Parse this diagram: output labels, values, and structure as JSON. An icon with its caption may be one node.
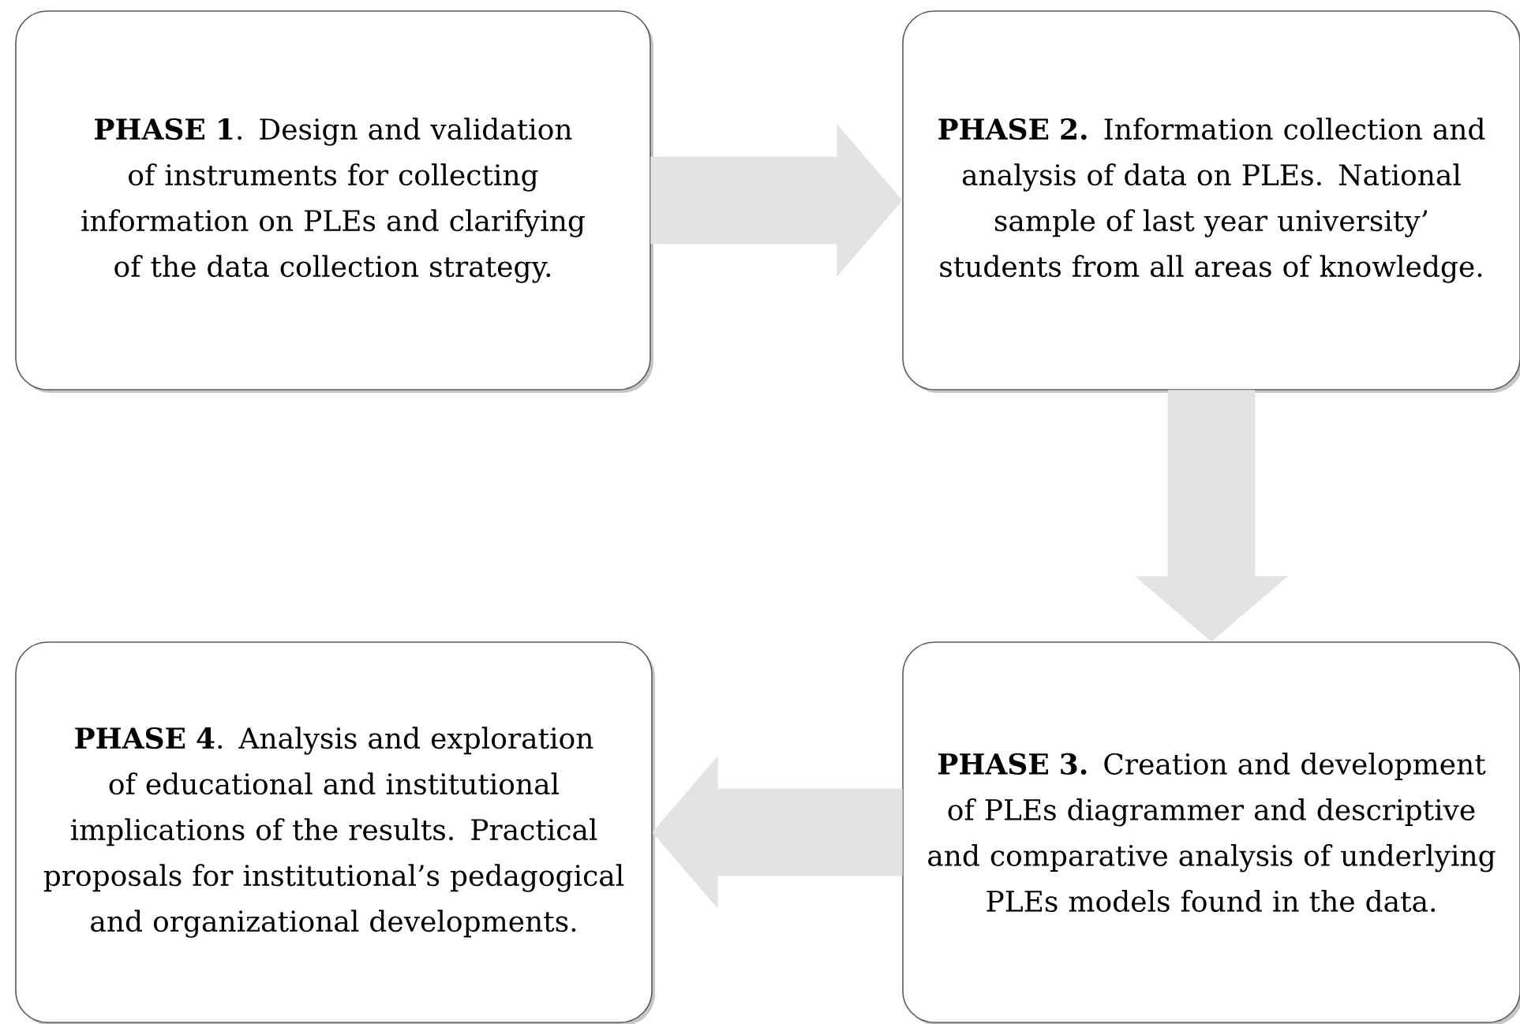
{
  "diagram": {
    "nodes": [
      {
        "text": [
          "**PHASE 1**. Design and validation of instruments for collecting information on PLEs and clarifying of the data collection strategy."
        ]
      },
      {
        "text": [
          "**PHASE 2.** Information collection and analysis of data on PLEs. National sample of last year university’ students from all areas of knowledge."
        ]
      },
      {
        "text": [
          "**PHASE 3.** Creation and development of PLEs diagrammer and descriptive and comparative analysis of underlying PLEs models found in the data."
        ]
      },
      {
        "text": [
          "**PHASE 4**. Analysis and exploration of educational and institutional implications of the results. Practical proposals for institutional’s pedagogical and organizational developments."
        ]
      }
    ],
    "edges": [
      {
        "from": 0,
        "to": 1,
        "arrow": "to"
      },
      {
        "from": 1,
        "to": 2,
        "arrow": "to"
      },
      {
        "from": 2,
        "to": 3,
        "arrow": "to"
      }
    ]
  }
}
